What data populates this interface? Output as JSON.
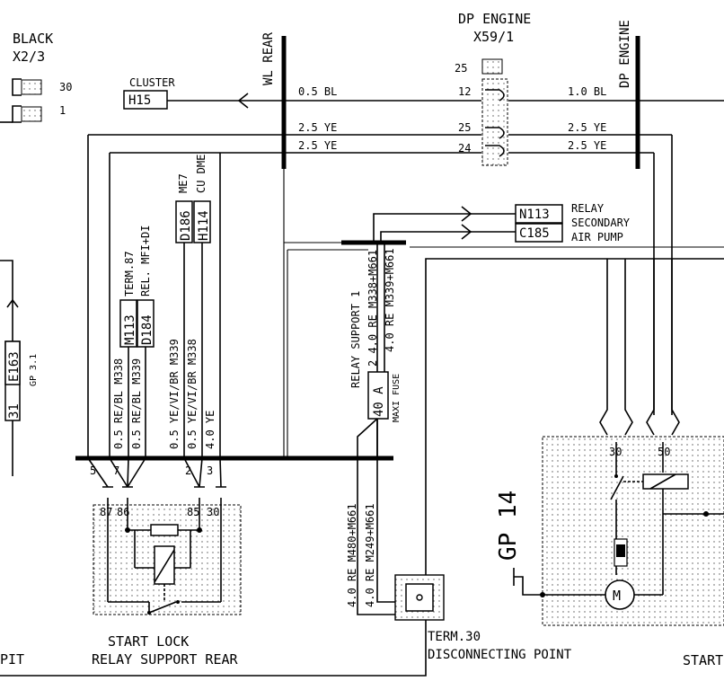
{
  "connector_black": {
    "title": "BLACK",
    "code": "X2/3",
    "pins": [
      "30",
      "1"
    ]
  },
  "cluster": {
    "title": "CLUSTER",
    "code": "H15"
  },
  "wl_rear": {
    "label": "WL REAR"
  },
  "dp_engine_connector": {
    "title": "DP ENGINE",
    "code": "X59/1",
    "pins": [
      "25",
      "12",
      "25",
      "24"
    ]
  },
  "dp_engine_ground": {
    "label": "DP ENGINE"
  },
  "wires_top": [
    {
      "left": "0.5 BL",
      "right": "1.0 BL"
    },
    {
      "left": "2.5 YE",
      "right": "2.5 YE"
    },
    {
      "left": "2.5 YE",
      "right": "2.5 YE"
    }
  ],
  "relay_secondary": {
    "codes": [
      "N113",
      "C185"
    ],
    "label": [
      "RELAY",
      "SECONDARY",
      "AIR PUMP"
    ]
  },
  "gp31": {
    "codes": [
      "31",
      "E163"
    ],
    "label": "GP 3.1"
  },
  "term87": {
    "label": [
      "TERM.87",
      "REL. MFI+DI"
    ],
    "codes": [
      "M113",
      "D184"
    ]
  },
  "me7": {
    "label": [
      "ME7",
      "CU DME"
    ],
    "codes": [
      "D186",
      "H114"
    ]
  },
  "relay_support_wires": [
    "0.5 RE/BL M338",
    "0.5 RE/BL M339",
    "0.5 YE/VI/BR  M339",
    "0.5 YE/VI/BR  M338",
    "4.0 YE"
  ],
  "relay_support_1": {
    "label": "RELAY SUPPORT 1",
    "wires": [
      "2  4.0 RE  M338+M661",
      "4.0 RE  M339+M661"
    ],
    "fuse": "40 A",
    "fuse_label": "MAXI FUSE"
  },
  "connector_pins": [
    "5",
    "7",
    "2",
    "3"
  ],
  "start_lock_pins": [
    "87",
    "86",
    "85",
    "30"
  ],
  "start_lock": {
    "label": [
      "START LOCK",
      "RELAY SUPPORT REAR"
    ]
  },
  "term30_wires": [
    "4.0 RE  M480+M661",
    "4.0 RE  M249+M661"
  ],
  "term30": {
    "label": [
      "TERM.30",
      "DISCONNECTING POINT"
    ]
  },
  "starter": {
    "label": "STARTER",
    "gp": "GP 14",
    "pins": [
      "30",
      "50"
    ],
    "motor": "M"
  },
  "cockpit_fragment": "PIT"
}
